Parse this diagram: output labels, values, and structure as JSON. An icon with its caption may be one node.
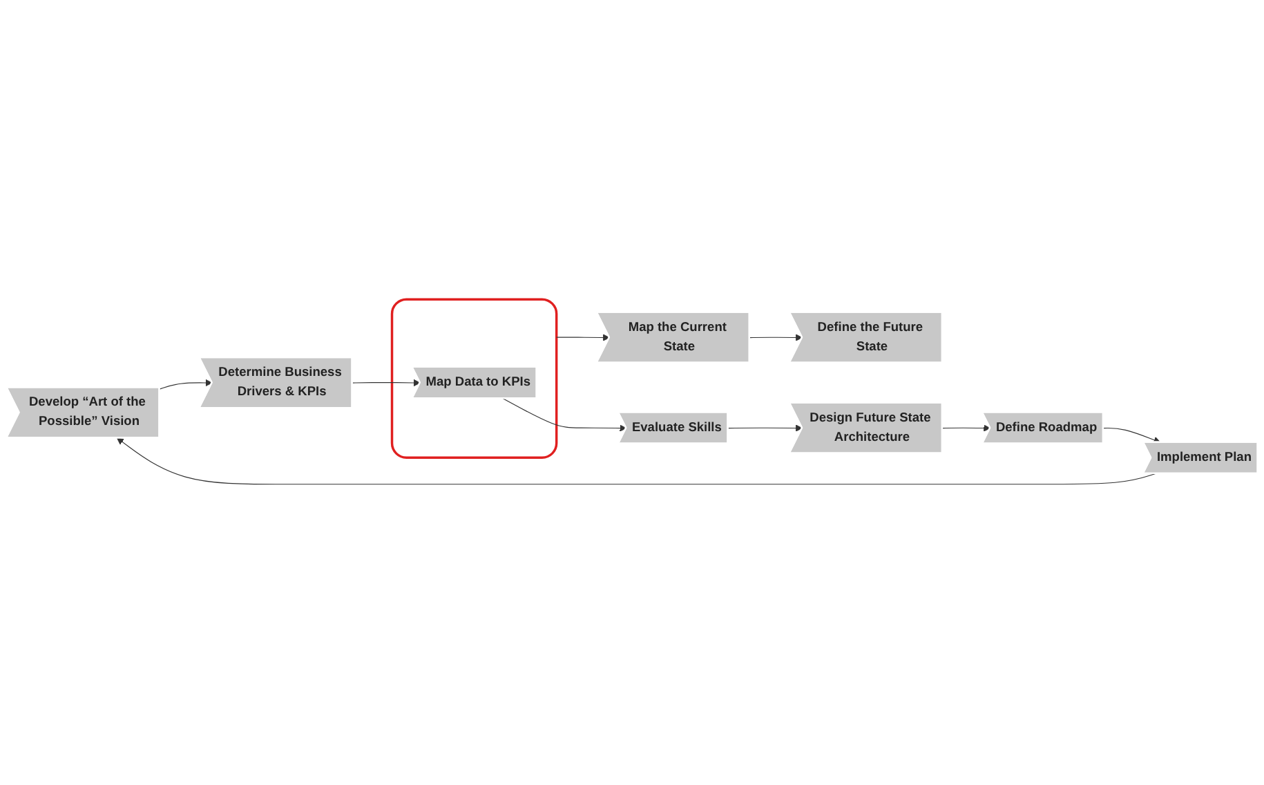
{
  "diagram": {
    "nodes": [
      {
        "text": [
          "Develop “Art of the Possible” Vision"
        ]
      },
      {
        "text": [
          "Determine Business Drivers & KPIs"
        ]
      },
      {
        "text": [
          "Implement Plan"
        ]
      },
      {
        "text": [],
        "shape": "box"
      },
      {
        "text": [
          "Map Data to KPIs"
        ],
        "in": 3
      },
      {
        "text": [
          "Map the Current State"
        ]
      },
      {
        "text": [
          "Define the Future State"
        ]
      },
      {
        "text": [
          "Define Roadmap"
        ]
      },
      {
        "text": [
          "Evaluate Skills"
        ]
      },
      {
        "text": [
          "Design Future State Architecture"
        ]
      }
    ],
    "edges": [
      {
        "from": 0,
        "to": 1,
        "arrow": "to"
      },
      {
        "from": 1,
        "to": 4,
        "arrow": "to"
      },
      {
        "from": 4,
        "to": 8,
        "arrow": "to"
      },
      {
        "from": 8,
        "to": 9,
        "arrow": "to"
      },
      {
        "from": 9,
        "to": 7,
        "arrow": "to"
      },
      {
        "from": 7,
        "to": 2,
        "arrow": "to"
      },
      {
        "from": 2,
        "to": 0,
        "arrow": "to"
      },
      {
        "from": 3,
        "to": 5,
        "arrow": "to"
      },
      {
        "from": 5,
        "to": 6,
        "arrow": "to"
      }
    ]
  }
}
